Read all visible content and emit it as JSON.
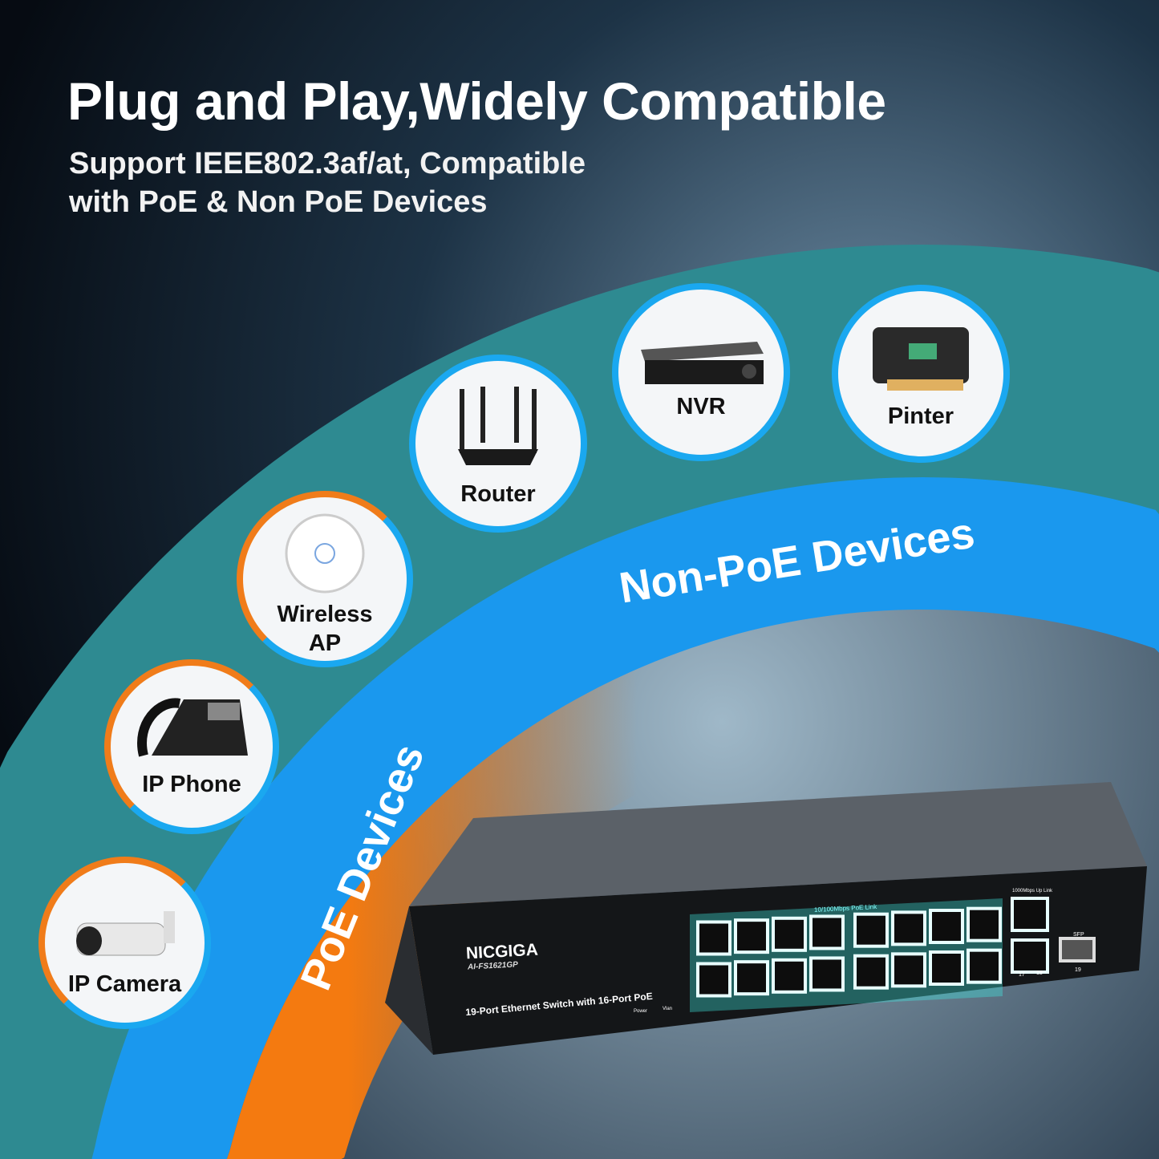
{
  "headline": "Plug and Play,Widely Compatible",
  "subheadline_line1": "Support IEEE802.3af/at, Compatible",
  "subheadline_line2": "with PoE & Non PoE Devices",
  "bands": {
    "non_poe": "Non-PoE Devices",
    "poe": "PoE Devices"
  },
  "devices": [
    {
      "label": "IP Camera",
      "icon": "camera-icon",
      "group": "poe"
    },
    {
      "label": "IP Phone",
      "icon": "phone-icon",
      "group": "poe"
    },
    {
      "label": "Wireless AP",
      "icon": "access-point-icon",
      "group": "poe"
    },
    {
      "label": "Router",
      "icon": "router-icon",
      "group": "non-poe"
    },
    {
      "label": "NVR",
      "icon": "nvr-icon",
      "group": "non-poe"
    },
    {
      "label": "Pinter",
      "icon": "printer-icon",
      "group": "non-poe"
    }
  ],
  "switch": {
    "brand": "NICGIGA",
    "model": "AI-FS1621GP",
    "description": "19-Port Ethernet Switch with 16-Port PoE",
    "poe_link_label": "10/100Mbps PoE Link",
    "uplink_label": "1000Mbps Up Link",
    "sfp_label": "SFP",
    "sfp_port": "19",
    "uplink_ports": [
      "17",
      "18"
    ],
    "power_label": "Power",
    "vlan_label": "Vlan"
  },
  "colors": {
    "teal": "#2e8c92",
    "blue": "#1a9af2",
    "orange": "#f47a10",
    "glow": "#3ff0e8"
  }
}
